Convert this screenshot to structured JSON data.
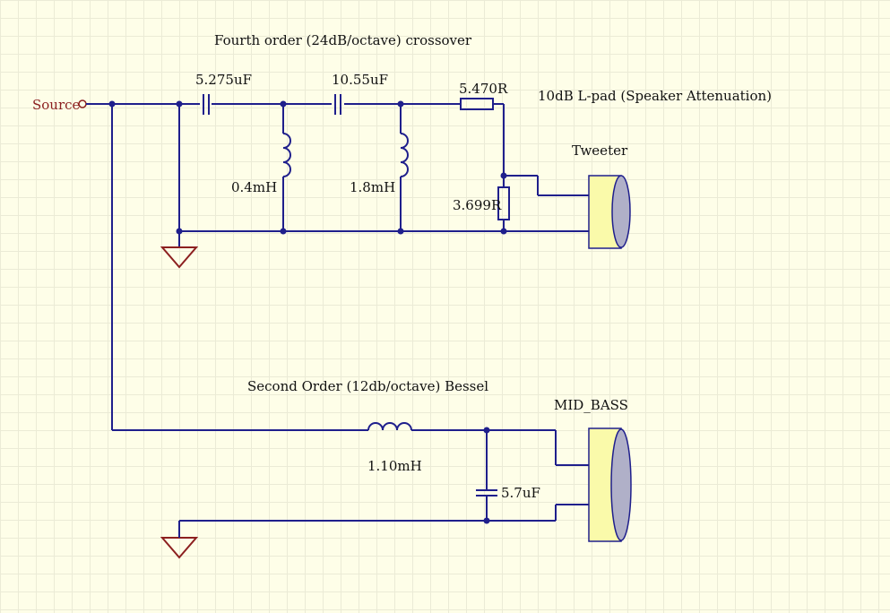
{
  "colors": {
    "background": "#fefee8",
    "grid": "#ebebd6",
    "wire": "#1f1f8c",
    "ground": "#8c1f1f",
    "source_label": "#8c1f1f",
    "speaker_body": "#fafaaa"
  },
  "titles": {
    "tweeter_crossover": "Fourth order (24dB/octave) crossover",
    "lpad": "10dB L-pad (Speaker Attenuation)",
    "mid_bass_crossover": "Second Order (12db/octave)  Bessel"
  },
  "source": {
    "label": "Source"
  },
  "components": {
    "c1": "5.275uF",
    "c2": "10.55uF",
    "l1": "0.4mH",
    "l2": "1.8mH",
    "r_series": "5.470R",
    "r_shunt": "3.699R",
    "l3": "1.10mH",
    "c3": "5.7uF"
  },
  "speakers": {
    "tweeter": "Tweeter",
    "mid_bass": "MID_BASS"
  },
  "icons": {
    "ground": "ground-icon",
    "speaker": "speaker-icon",
    "source_port": "source-port-icon"
  }
}
